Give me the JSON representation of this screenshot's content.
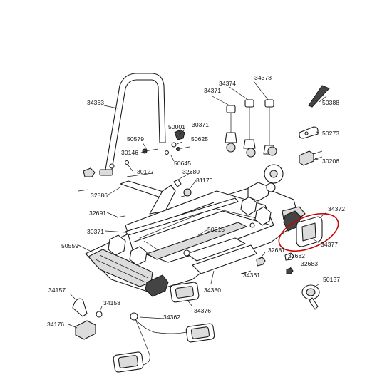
{
  "highlight_color": "#cc0000",
  "labels": {
    "p34363": "34363",
    "p50001": "50001",
    "p30371a": "30371",
    "p50579": "50579",
    "p50625": "50625",
    "p30146": "30146",
    "p50645": "50645",
    "p30127": "30127",
    "p32680": "32680",
    "p31176": "31176",
    "p32586": "32586",
    "p32691": "32691",
    "p30371b": "30371",
    "p50559": "50559",
    "p50015": "50015",
    "p34371": "34371",
    "p34374": "34374",
    "p34378": "34378",
    "p50388": "50388",
    "p50273": "50273",
    "p30206": "30206",
    "p34372": "34372",
    "p34377": "34377",
    "p32681": "32681",
    "p32682": "32682",
    "p32683": "32683",
    "p34361": "34361",
    "p34380": "34380",
    "p34376": "34376",
    "p50137": "50137",
    "p34157": "34157",
    "p34158": "34158",
    "p34176": "34176",
    "p34362": "34362"
  }
}
